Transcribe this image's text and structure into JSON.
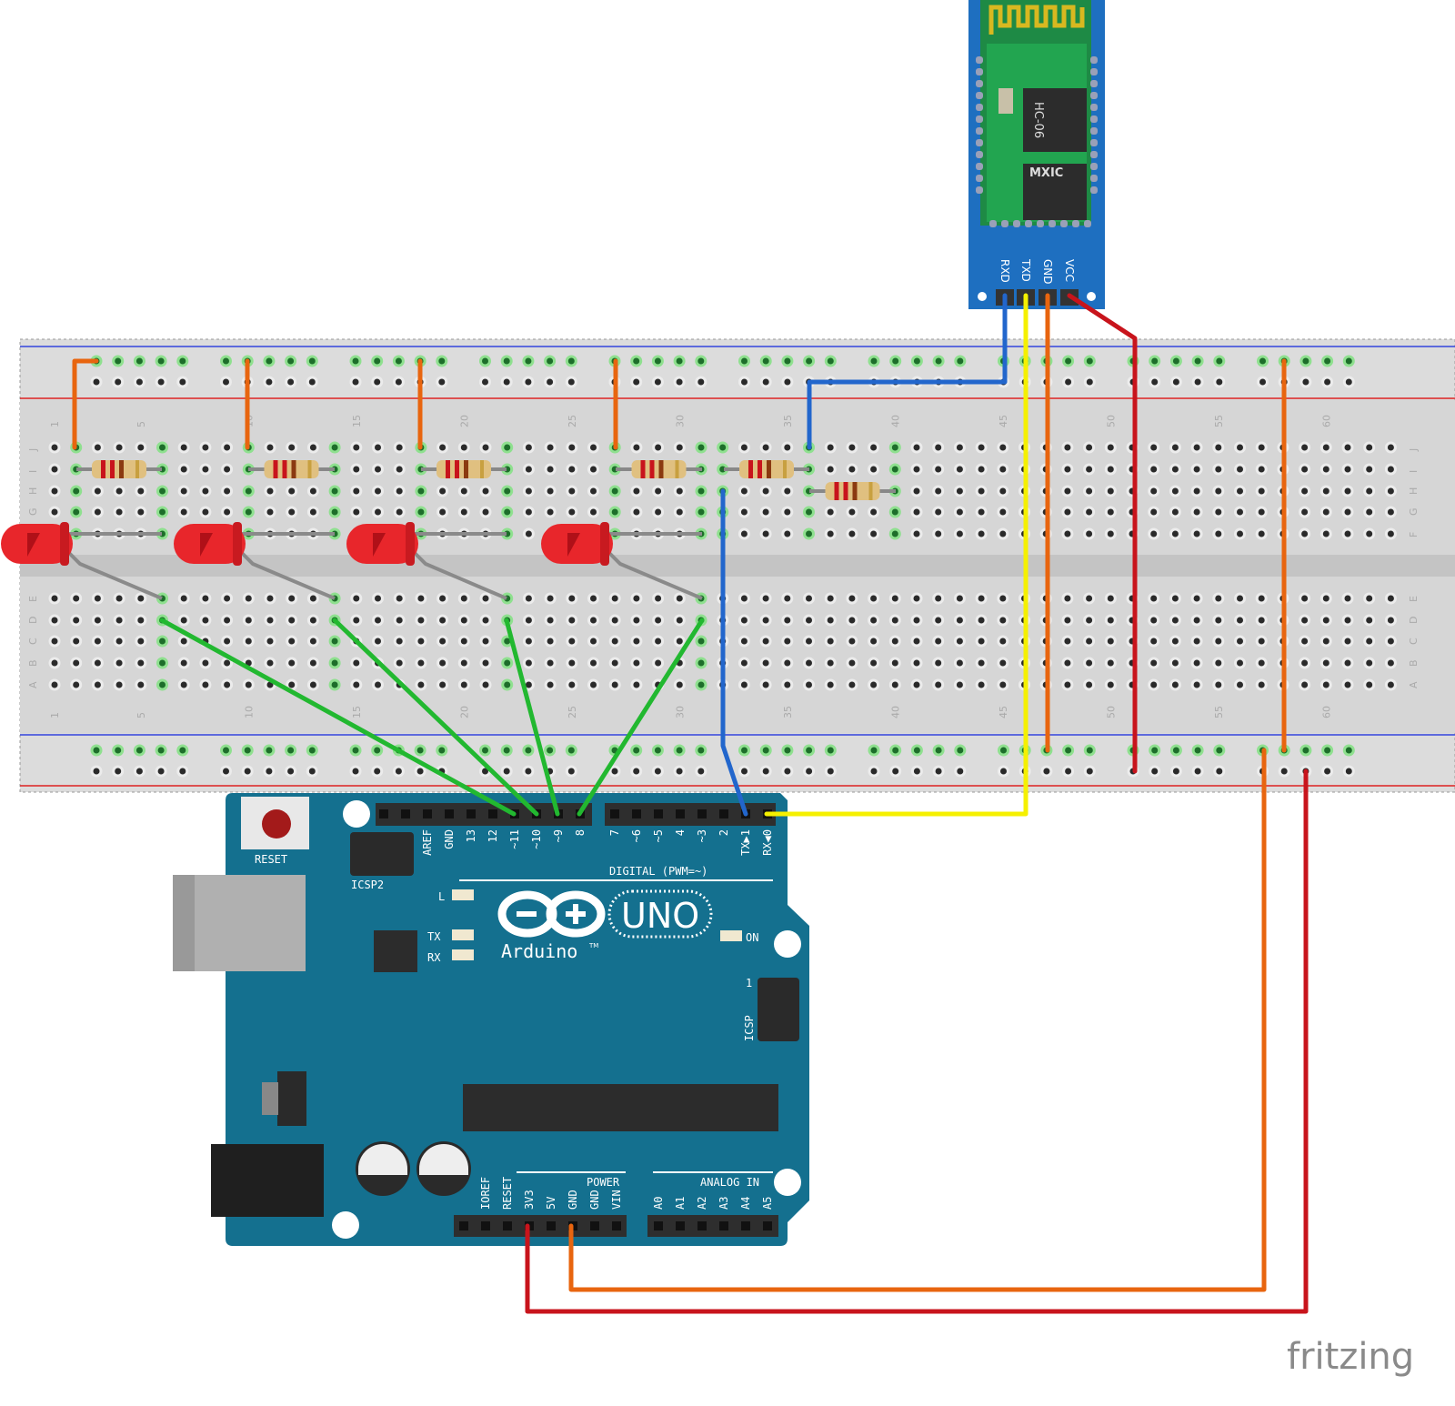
{
  "bluetooth_module": {
    "model": "HC-06",
    "chip_brand": "MXIC",
    "pins": [
      "RXD",
      "TXD",
      "GND",
      "VCC"
    ]
  },
  "breadboard": {
    "rows_top": [
      "J",
      "I",
      "H",
      "G",
      "F"
    ],
    "rows_bottom": [
      "E",
      "D",
      "C",
      "B",
      "A"
    ],
    "column_labels": [
      "1",
      "5",
      "10",
      "15",
      "20",
      "25",
      "30",
      "35",
      "40",
      "45",
      "50",
      "55",
      "60"
    ],
    "columns": 63
  },
  "arduino": {
    "name": "Arduino",
    "tm": "TM",
    "model": "UNO",
    "reset_label": "RESET",
    "icsp2_label": "ICSP2",
    "icsp_label": "ICSP",
    "icsp_pin1": "1",
    "digital_label": "DIGITAL (PWM=~)",
    "leds": {
      "l": "L",
      "tx": "TX",
      "rx": "RX",
      "on": "ON"
    },
    "digital_left_pins": [
      "AREF",
      "GND",
      "13",
      "12",
      "~11",
      "~10",
      "~9",
      "8"
    ],
    "digital_right_pins": [
      "7",
      "~6",
      "~5",
      "4",
      "~3",
      "2",
      "TX▶1",
      "RX◀0"
    ],
    "power_label": "POWER",
    "analog_label": "ANALOG IN",
    "power_pins": [
      "IOREF",
      "RESET",
      "3V3",
      "5V",
      "GND",
      "GND",
      "VIN"
    ],
    "analog_pins": [
      "A0",
      "A1",
      "A2",
      "A3",
      "A4",
      "A5"
    ]
  },
  "wire_colors": {
    "orange": "#e8650f",
    "red": "#c8141c",
    "blue": "#2266cc",
    "yellow": "#f5f000",
    "green": "#22b830",
    "gray": "#8a8a8a"
  },
  "led_color": "#e8262b",
  "board_color": "#14708f",
  "watermark": "fritzing"
}
